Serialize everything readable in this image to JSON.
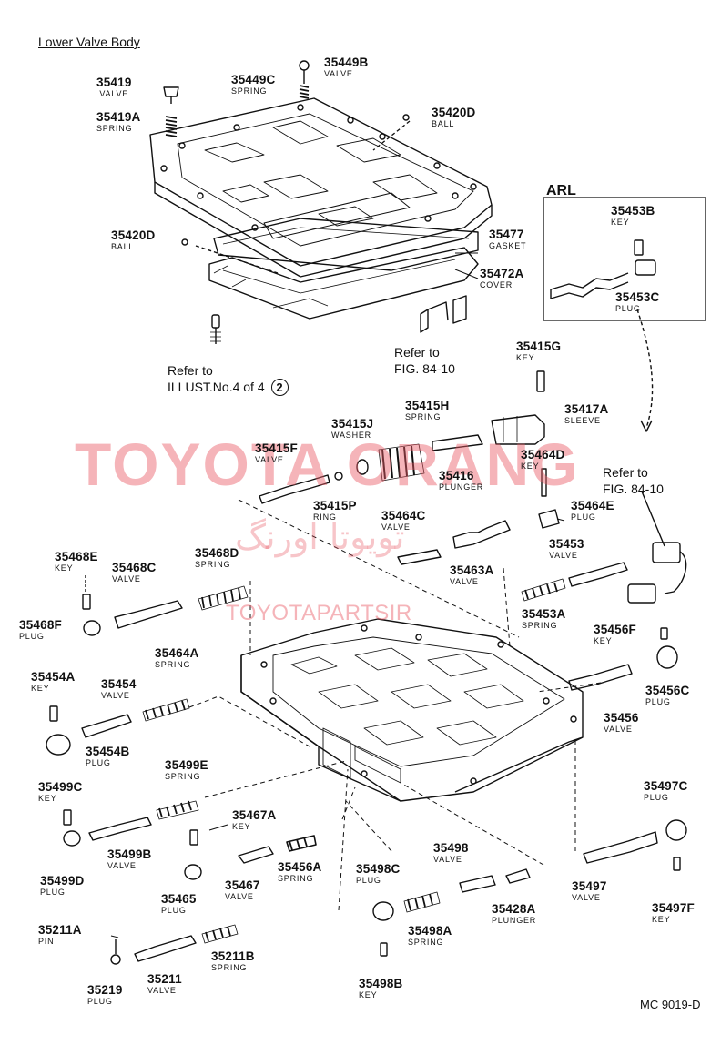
{
  "title": "Lower Valve Body",
  "figure_code": "MC 9019-D",
  "arl_label": "ARL",
  "references": {
    "illust_ref_line1": "Refer to",
    "illust_ref_line2": "ILLUST.No.4 of 4",
    "illust_ref_circle": "2",
    "fig_ref_a_line1": "Refer to",
    "fig_ref_a_line2": "FIG. 84-10",
    "fig_ref_b_line1": "Refer to",
    "fig_ref_b_line2": "FIG. 84-10"
  },
  "watermark": {
    "main": "TOYOTA ORANG",
    "persian": "تویوتا اورنگ",
    "sub": "TOYOTAPARTSIR"
  },
  "parts": {
    "p35419": {
      "number": "35419",
      "name": "VALVE"
    },
    "p35419A": {
      "number": "35419A",
      "name": "SPRING"
    },
    "p35449C": {
      "number": "35449C",
      "name": "SPRING"
    },
    "p35449B": {
      "number": "35449B",
      "name": "VALVE"
    },
    "p35420D_top": {
      "number": "35420D",
      "name": "BALL"
    },
    "p35420D_left": {
      "number": "35420D",
      "name": "BALL"
    },
    "p35477": {
      "number": "35477",
      "name": "GASKET"
    },
    "p35472A": {
      "number": "35472A",
      "name": "COVER"
    },
    "p35453B": {
      "number": "35453B",
      "name": "KEY"
    },
    "p35453C": {
      "number": "35453C",
      "name": "PLUG"
    },
    "p35415G": {
      "number": "35415G",
      "name": "KEY"
    },
    "p35415H": {
      "number": "35415H",
      "name": "SPRING"
    },
    "p35417A": {
      "number": "35417A",
      "name": "SLEEVE"
    },
    "p35415J": {
      "number": "35415J",
      "name": "WASHER"
    },
    "p35415F": {
      "number": "35415F",
      "name": "VALVE"
    },
    "p35416": {
      "number": "35416",
      "name": "PLUNGER"
    },
    "p35464D": {
      "number": "35464D",
      "name": "KEY"
    },
    "p35415P": {
      "number": "35415P",
      "name": "RING"
    },
    "p35464E": {
      "number": "35464E",
      "name": "PLUG"
    },
    "p35464C": {
      "number": "35464C",
      "name": "VALVE"
    },
    "p35463A": {
      "number": "35463A",
      "name": "VALVE"
    },
    "p35468E": {
      "number": "35468E",
      "name": "KEY"
    },
    "p35468C": {
      "number": "35468C",
      "name": "VALVE"
    },
    "p35468D": {
      "number": "35468D",
      "name": "SPRING"
    },
    "p35468F": {
      "number": "35468F",
      "name": "PLUG"
    },
    "p35453": {
      "number": "35453",
      "name": "VALVE"
    },
    "p35453A": {
      "number": "35453A",
      "name": "SPRING"
    },
    "p35456F": {
      "number": "35456F",
      "name": "KEY"
    },
    "p35464A": {
      "number": "35464A",
      "name": "SPRING"
    },
    "p35454A": {
      "number": "35454A",
      "name": "KEY"
    },
    "p35454": {
      "number": "35454",
      "name": "VALVE"
    },
    "p35456C": {
      "number": "35456C",
      "name": "PLUG"
    },
    "p35456": {
      "number": "35456",
      "name": "VALVE"
    },
    "p35454B": {
      "number": "35454B",
      "name": "PLUG"
    },
    "p35499E": {
      "number": "35499E",
      "name": "SPRING"
    },
    "p35499C": {
      "number": "35499C",
      "name": "KEY"
    },
    "p35467A": {
      "number": "35467A",
      "name": "KEY"
    },
    "p35497C": {
      "number": "35497C",
      "name": "PLUG"
    },
    "p35499B": {
      "number": "35499B",
      "name": "VALVE"
    },
    "p35498": {
      "number": "35498",
      "name": "VALVE"
    },
    "p35456A": {
      "number": "35456A",
      "name": "SPRING"
    },
    "p35498C": {
      "number": "35498C",
      "name": "PLUG"
    },
    "p35499D": {
      "number": "35499D",
      "name": "PLUG"
    },
    "p35465": {
      "number": "35465",
      "name": "PLUG"
    },
    "p35467": {
      "number": "35467",
      "name": "VALVE"
    },
    "p35497": {
      "number": "35497",
      "name": "VALVE"
    },
    "p35497F": {
      "number": "35497F",
      "name": "KEY"
    },
    "p35428A": {
      "number": "35428A",
      "name": "PLUNGER"
    },
    "p35211A": {
      "number": "35211A",
      "name": "PIN"
    },
    "p35211B": {
      "number": "35211B",
      "name": "SPRING"
    },
    "p35498A": {
      "number": "35498A",
      "name": "SPRING"
    },
    "p35219": {
      "number": "35219",
      "name": "PLUG"
    },
    "p35211": {
      "number": "35211",
      "name": "VALVE"
    },
    "p35498B": {
      "number": "35498B",
      "name": "KEY"
    }
  }
}
